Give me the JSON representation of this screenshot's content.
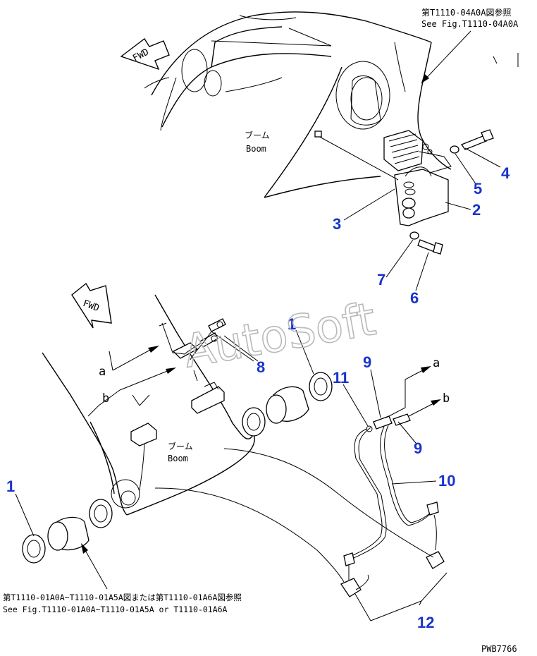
{
  "watermark": "AutoSoft",
  "drawing_code": "PWB7766",
  "fwd_label": "FWD",
  "references": {
    "top_jp": "第T1110-04A0A図参照",
    "top_en": "See Fig.T1110-04A0A",
    "bottom_jp": "第T1110-01A0A~T1110-01A5A図または第T1110-01A6A図参照",
    "bottom_en": "See Fig.T1110-01A0A~T1110-01A5A or T1110-01A6A"
  },
  "boom_labels": {
    "upper_jp": "ブーム",
    "upper_en": "Boom",
    "lower_jp": "ブーム",
    "lower_en": "Boom"
  },
  "connection_letters": {
    "a_left": "a",
    "b_left": "b",
    "a_right": "a",
    "b_right": "b"
  },
  "callouts": [
    "4",
    "5",
    "2",
    "3",
    "7",
    "6",
    "1",
    "8",
    "9",
    "11",
    "9",
    "10",
    "1",
    "12"
  ],
  "colors": {
    "callout": "#1a33cc",
    "line": "#000000",
    "watermark": "#b9b9b9"
  }
}
